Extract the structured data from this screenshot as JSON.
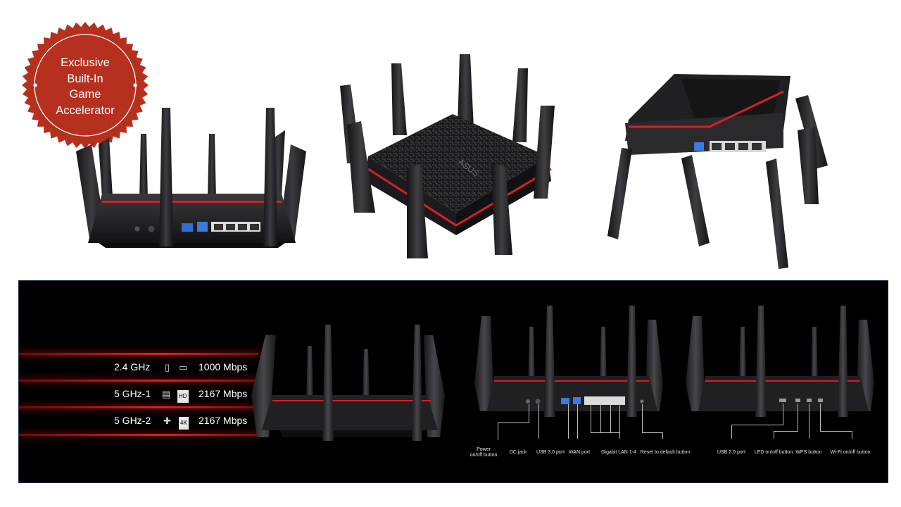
{
  "badge": {
    "lines": [
      "Exclusive",
      "Built-In",
      "Game",
      "Accelerator"
    ],
    "color": "#b5301f"
  },
  "brand_text": "ASUS",
  "bands": [
    {
      "freq": "2.4 GHz",
      "speed": "1000 Mbps",
      "icons": [
        "phone-icon",
        "laptop-icon"
      ]
    },
    {
      "freq": "5 GHz-1",
      "speed": "2167 Mbps",
      "icons": [
        "film-icon",
        "hd-tv-icon"
      ],
      "tv_badge": "HD"
    },
    {
      "freq": "5 GHz-2",
      "speed": "2167 Mbps",
      "icons": [
        "gamepad-icon",
        "4k-tv-icon"
      ],
      "tv_badge": "4K"
    }
  ],
  "rear_ports": {
    "labels": [
      "Power\non/off button",
      "DC jack",
      "USB 3.0 port",
      "WAN port",
      "Gigabit LAN 1-4",
      "Reset to default button"
    ]
  },
  "front_ports": {
    "labels": [
      "USB 2.0 port",
      "LED on/off button",
      "WPS button",
      "Wi-Fi on/off button"
    ]
  },
  "colors": {
    "accent_red": "#d4202a",
    "panel_bg": "#000000",
    "router_body": "#1e1e20"
  }
}
